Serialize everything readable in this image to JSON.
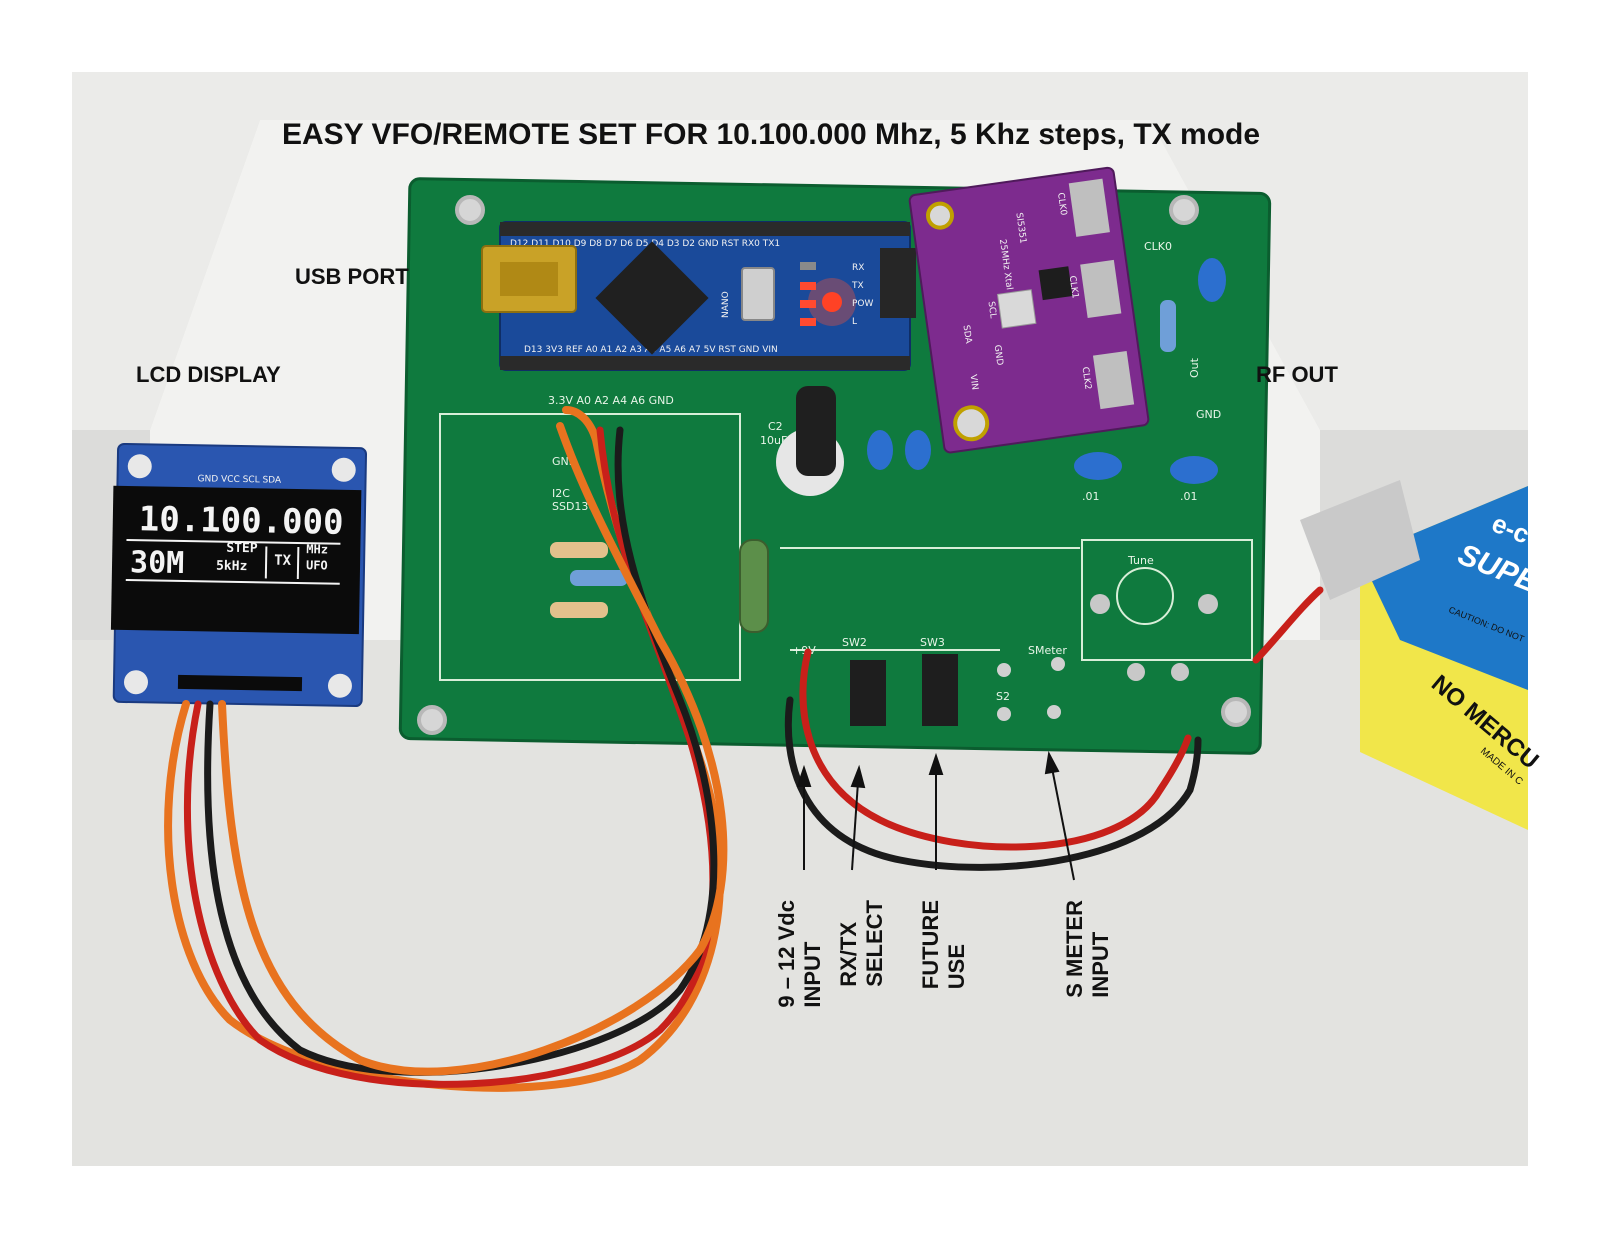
{
  "title": "EASY VFO/REMOTE SET FOR 10.100.000 Mhz, 5 Khz steps, TX mode",
  "callouts": {
    "usb_port": "USB PORT",
    "lcd_display": "LCD DISPLAY",
    "rf_out": "RF OUT",
    "power_input": [
      "9 – 12 Vdc",
      "INPUT"
    ],
    "rxtx_select": [
      "RX/TX",
      "SELECT"
    ],
    "future_use": [
      "FUTURE",
      "USE"
    ],
    "smeter_input": [
      "S METER",
      "INPUT"
    ]
  },
  "oled": {
    "header_pins": "GND VCC SCL SDA",
    "frequency": "10.100.000",
    "band": "30M",
    "step_label": "STEP",
    "step_value": "5kHz",
    "mode": "TX",
    "unit": "MHz",
    "vfo": "UFO"
  },
  "board": {
    "module_top_pins": "D12 D11 D10 D9 D8 D7 D6 D5 D4 D3 D2 GND RST RX0 TX1",
    "module_bottom_pins": "D13 3V3 REF A0 A1 A2 A3 A4 A5 A6 A7 5V RST GND VIN",
    "led_labels": [
      "RX",
      "TX",
      "POW",
      "L"
    ],
    "module_name": "NANO",
    "si_labels": [
      "SI5351",
      "25MHz Xtal",
      "SCL",
      "SDA",
      "GND",
      "VIN",
      "CLK0",
      "CLK1",
      "CLK2"
    ],
    "silk": {
      "row_labels": "3.3V  A0  A2  A4  A6  GND",
      "i2c": "I2C",
      "ssd": "SSD130",
      "gnd": "GND",
      "c2": "C2",
      "c2_value": "10uF",
      "clk0": "CLK0",
      "out": "Out",
      "gnd2": "GND",
      "c_a": ".01",
      "c_b": ".01",
      "tune": "Tune",
      "plus9v": "+9V",
      "sw2": "SW2",
      "sw3": "SW3",
      "smeter": "SMeter",
      "s2": "S2"
    }
  },
  "battery": {
    "brand_partial": "e-c",
    "product_partial": "SUPE",
    "warning": "NO MERCU",
    "caution": "CAUTION: DO NOT",
    "made_in": "MADE IN C"
  },
  "colors": {
    "pcb": "#0f7a3e",
    "nano_blue": "#1a4a9a",
    "si_purple": "#7d2b8e",
    "wire_orange": "#e8731f",
    "wire_red": "#c8201a",
    "wire_black": "#1b1b1b",
    "battery_yellow": "#f1e64a",
    "battery_blue": "#1e78c8"
  }
}
